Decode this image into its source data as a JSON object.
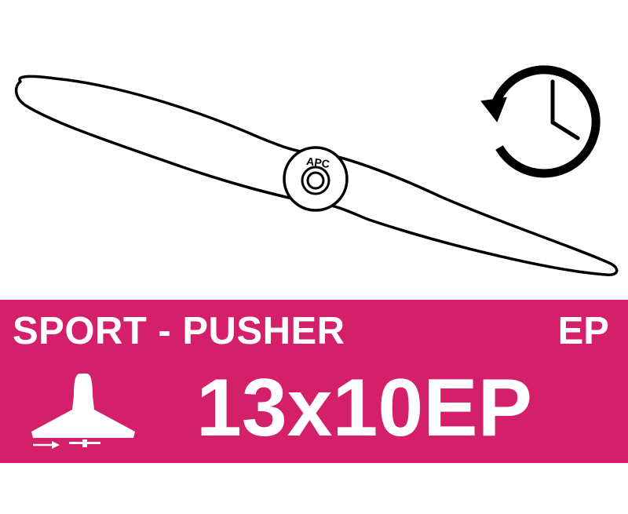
{
  "banner": {
    "category": "SPORT - PUSHER",
    "type_code": "EP",
    "model": "13x10EP",
    "color": "#d41f6b"
  },
  "propeller": {
    "hub_label": "APC",
    "icon": "propeller-icon"
  },
  "icons": {
    "reverse_rotation": "counterclockwise-clock-icon",
    "aircraft": "delta-wing-pusher-aircraft-icon"
  }
}
